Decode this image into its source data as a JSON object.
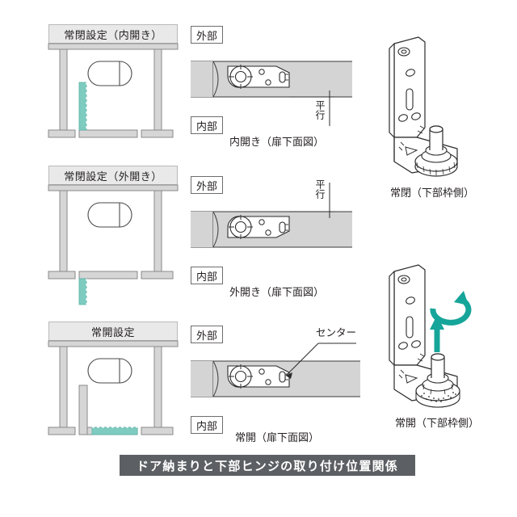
{
  "colors": {
    "frame_fill": "#d6d6d6",
    "frame_stroke": "#8a8a8a",
    "door_green": "#7ecbc0",
    "header_bg": "#e9e9e9",
    "header_stroke": "#b9b9b9",
    "line": "#231f20",
    "plate_fill": "#d4d4d4",
    "footer_bg": "#5c5f63",
    "footer_text": "#ffffff",
    "arrow_green": "#16a59a"
  },
  "footer": {
    "caption": "ドア納まりと下部ヒンジの取り付け位置関係"
  },
  "rows": [
    {
      "plan": {
        "title": "常閉設定（内開き）",
        "door_position": "inside",
        "door_orientation": "vertical"
      },
      "mid": {
        "outside_label": "外部",
        "inside_label": "内部",
        "caption": "内開き（扉下面図）",
        "parallel_label": "平行",
        "parallel_side": "bottom",
        "mirrored": false
      }
    },
    {
      "plan": {
        "title": "常閉設定（外開き）",
        "door_position": "outside",
        "door_orientation": "vertical"
      },
      "mid": {
        "outside_label": "外部",
        "inside_label": "内部",
        "caption": "外開き（扉下面図）",
        "parallel_label": "平行",
        "parallel_side": "top",
        "mirrored": true
      }
    },
    {
      "plan": {
        "title": "常開設定",
        "door_position": "open",
        "door_orientation": "horizontal"
      },
      "mid": {
        "outside_label": "外部",
        "inside_label": "内部",
        "caption": "常開（扉下面図）",
        "center_label": "センター",
        "mirrored": false
      }
    }
  ],
  "brackets": [
    {
      "caption": "常閉（下部枠側）",
      "has_arrows": false
    },
    {
      "caption": "常開（下部枠側）",
      "has_arrows": true
    }
  ]
}
